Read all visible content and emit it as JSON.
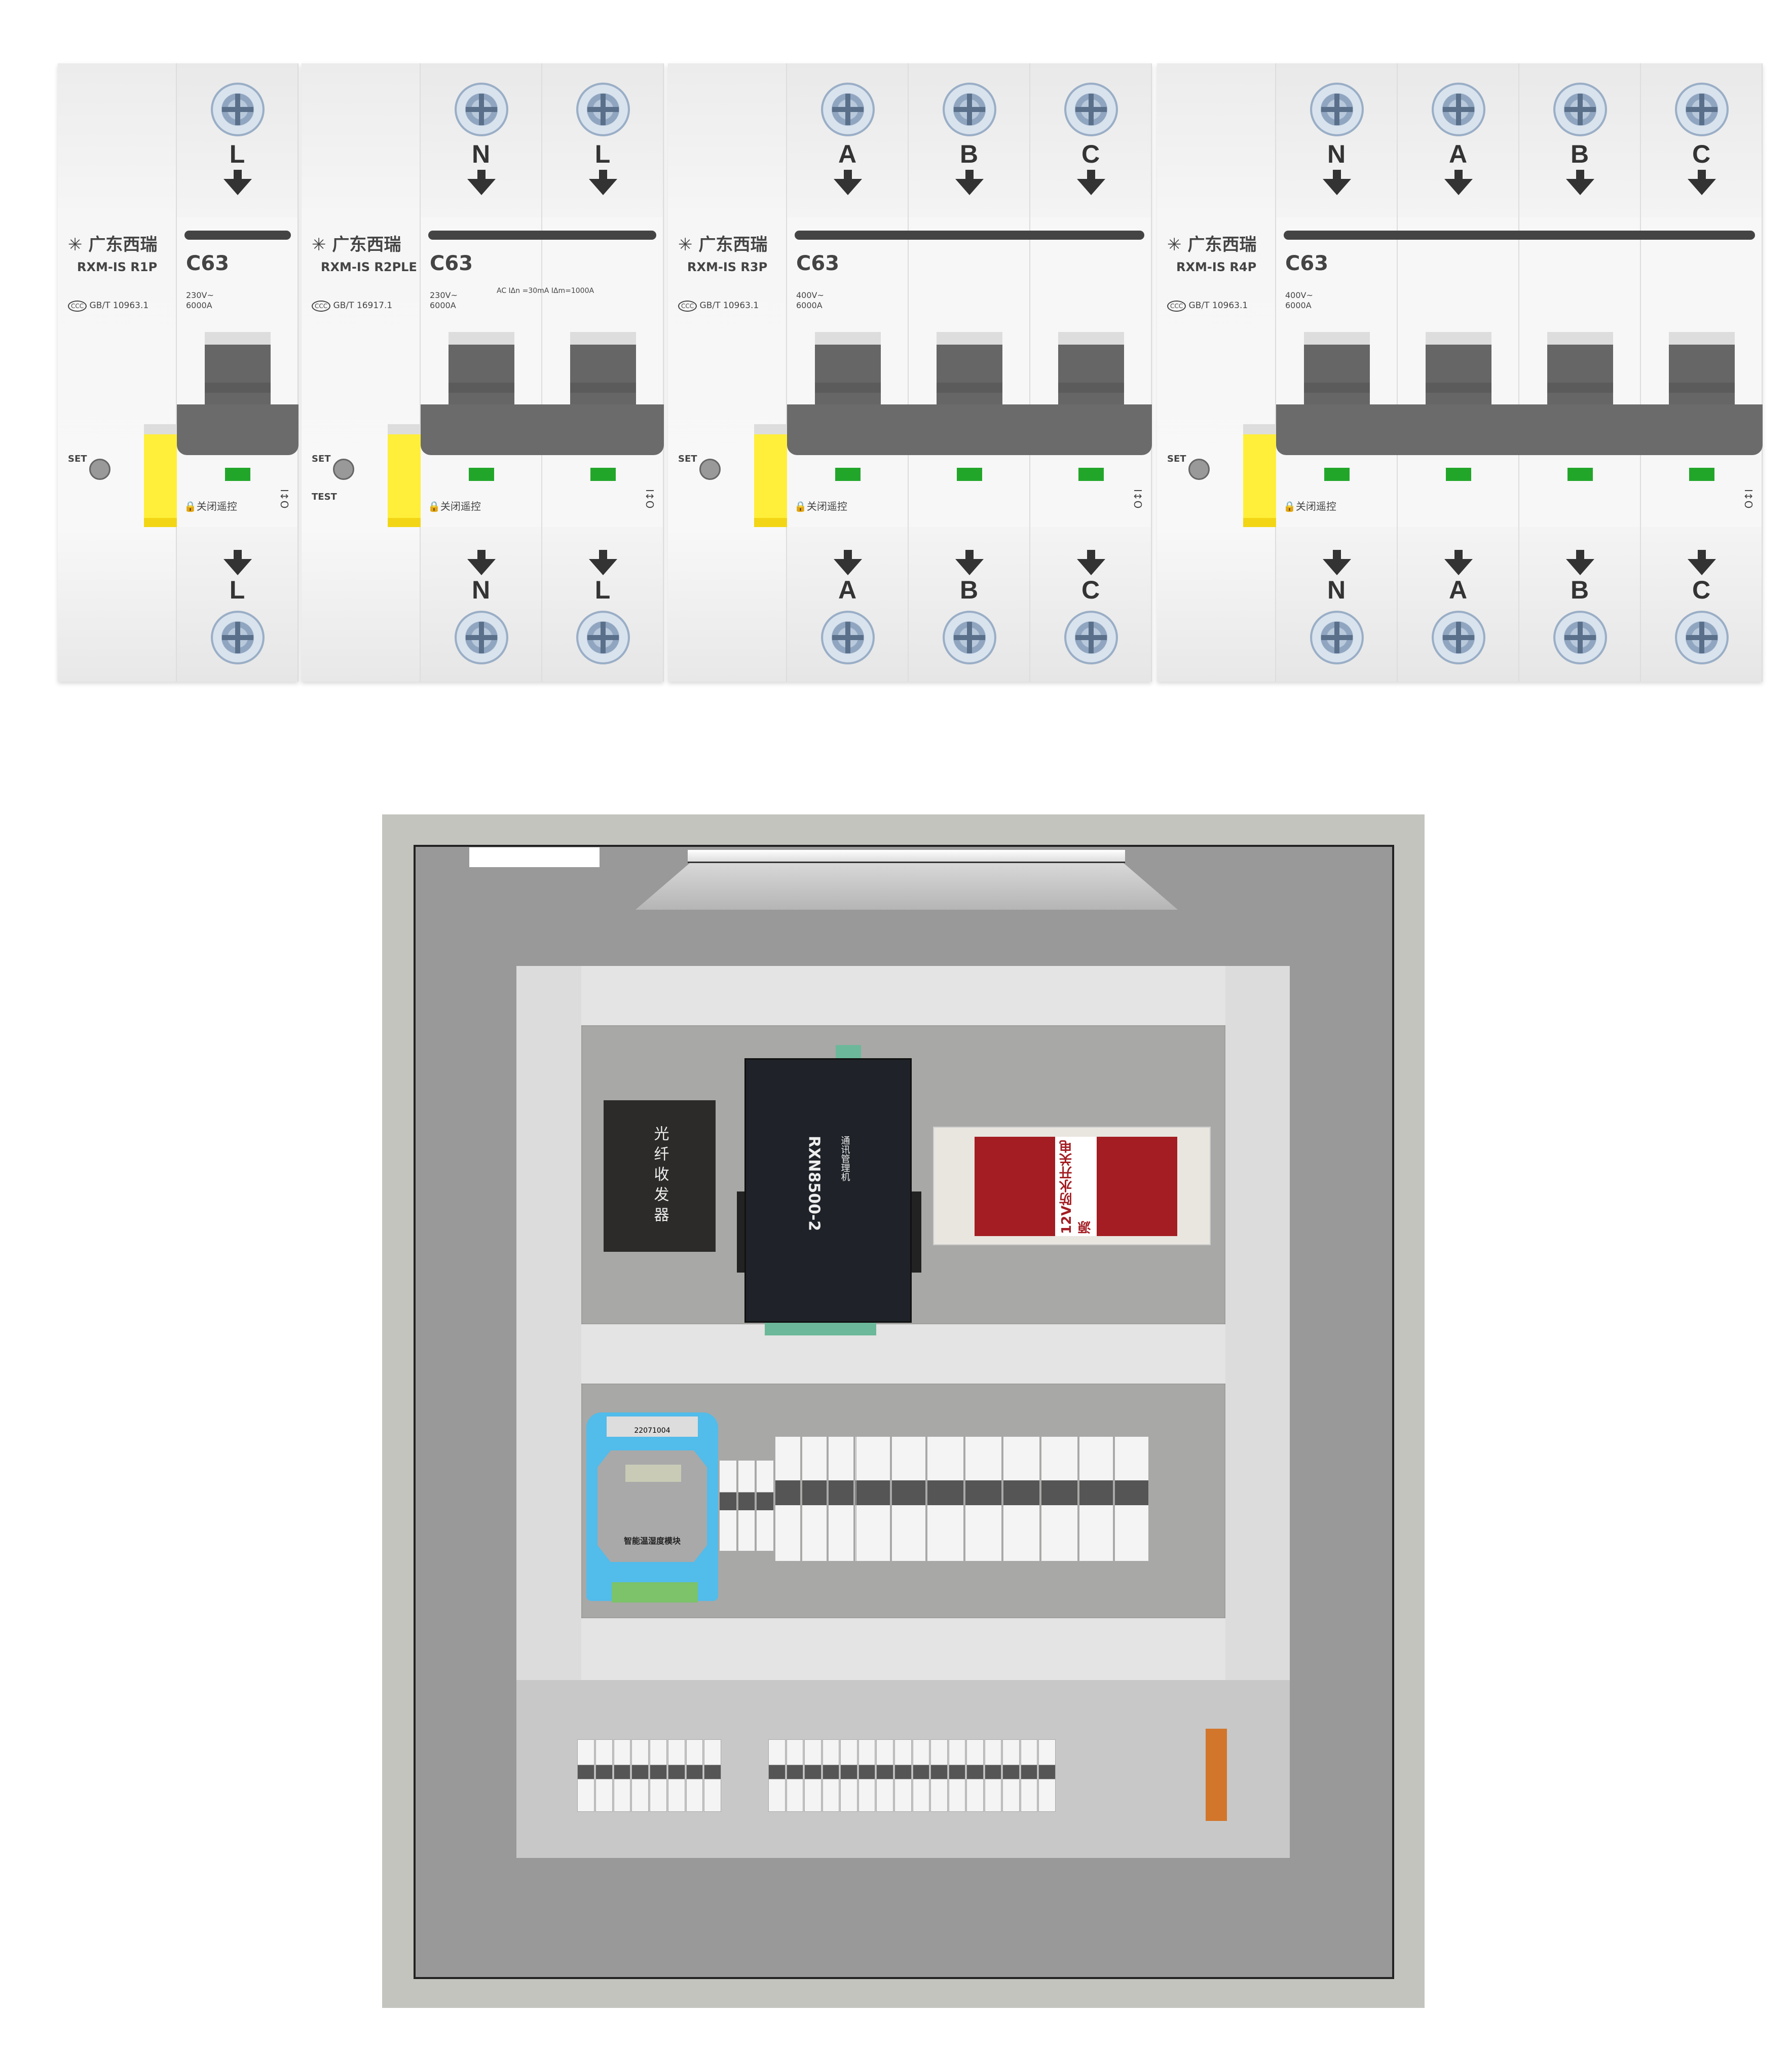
{
  "breakers": [
    {
      "brand": "广东西瑞",
      "model": "RXM-IS  R1P",
      "standard": "GB/T 10963.1",
      "rating": "C63",
      "voltage": "230V~",
      "capacity": "6000A",
      "extra": "",
      "test_label": "",
      "poles": [
        "L"
      ],
      "lock_label": "关闭遥控",
      "set_label": "SET",
      "io_label": "I↕O"
    },
    {
      "brand": "广东西瑞",
      "model": "RXM-IS  R2PLE",
      "standard": "GB/T 16917.1",
      "rating": "C63",
      "voltage": "230V~",
      "capacity": "6000A",
      "extra": "AC  IΔn =30mA IΔm=1000A",
      "test_label": "TEST",
      "poles": [
        "N",
        "L"
      ],
      "lock_label": "关闭遥控",
      "set_label": "SET",
      "io_label": "I↕O"
    },
    {
      "brand": "广东西瑞",
      "model": "RXM-IS  R3P",
      "standard": "GB/T 10963.1",
      "rating": "C63",
      "voltage": "400V~",
      "capacity": "6000A",
      "extra": "",
      "test_label": "",
      "poles": [
        "A",
        "B",
        "C"
      ],
      "lock_label": "关闭遥控",
      "set_label": "SET",
      "io_label": "I↕O"
    },
    {
      "brand": "广东西瑞",
      "model": "RXM-IS  R4P",
      "standard": "GB/T 10963.1",
      "rating": "C63",
      "voltage": "400V~",
      "capacity": "6000A",
      "extra": "",
      "test_label": "",
      "poles": [
        "N",
        "A",
        "B",
        "C"
      ],
      "lock_label": "关闭遥控",
      "set_label": "SET",
      "io_label": "I↕O"
    }
  ],
  "cabinet": {
    "fiber_label": "光纤收发器",
    "comm_device": {
      "model": "RXN8500-2",
      "name": "通讯管理机"
    },
    "power_supply": {
      "label": "12V防水开关电源"
    },
    "temp_module": {
      "label": "智能温湿度模块",
      "serial": "22071004"
    }
  },
  "colors": {
    "cabinet_frame": "#c4c4bf",
    "cabinet_inner": "#999999",
    "mount_panel": "#d9d9d9",
    "handle": "#6b6b6b",
    "indicator": "#22a62a",
    "yellow": "#ffef3a",
    "orange": "#d2762b"
  }
}
